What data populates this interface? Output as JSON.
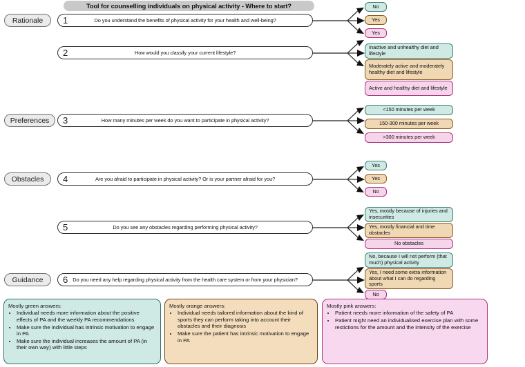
{
  "header": {
    "title": "Tool for counselling individuals on physical activity - Where to start?",
    "background": "#c9c9c9"
  },
  "palette": {
    "green_fill": "#cfe9e4",
    "green_border": "#3f7f76",
    "orange_fill": "#f0d8b4",
    "orange_border": "#8a5a22",
    "pink_fill": "#f6d5ea",
    "pink_border": "#a8347f"
  },
  "categories": [
    {
      "label": "Rationale"
    },
    {
      "label": "Preferences"
    },
    {
      "label": "Obstacles"
    },
    {
      "label": "Guidance"
    }
  ],
  "questions": [
    {
      "number": "1",
      "text": "Do you understand the benefits of physical activity for your health and well-being?",
      "answers": [
        {
          "color": "green",
          "text": "No"
        },
        {
          "color": "orange",
          "text": "Yes"
        },
        {
          "color": "pink",
          "text": "Yes"
        }
      ]
    },
    {
      "number": "2",
      "text": "How would you classify your current lifestyle?",
      "answers": [
        {
          "color": "green",
          "text": "Inactive and unhealthy diet and lifestyle"
        },
        {
          "color": "orange",
          "text": "Moderately active and moderately healthy diet and lifestyle"
        },
        {
          "color": "pink",
          "text": "Active and healthy diet and lifestyle"
        }
      ]
    },
    {
      "number": "3",
      "text": "How many minutes per week do you want to participate in physical activity?",
      "answers": [
        {
          "color": "green",
          "text": "<150 minutes per week"
        },
        {
          "color": "orange",
          "text": "150-300 minutes per week"
        },
        {
          "color": "pink",
          "text": ">300 minutes per week"
        }
      ]
    },
    {
      "number": "4",
      "text": "Are you afraid to participate in physical activity? Or is your partner afraid for you?",
      "answers": [
        {
          "color": "green",
          "text": "Yes"
        },
        {
          "color": "orange",
          "text": "Yes"
        },
        {
          "color": "pink",
          "text": "No"
        }
      ]
    },
    {
      "number": "5",
      "text": "Do you see any obstacles regarding performing physical activity?",
      "answers": [
        {
          "color": "green",
          "text": "Yes, mostly because of injuries and insecurities"
        },
        {
          "color": "orange",
          "text": "Yes, mostly  financial and time obstacles"
        },
        {
          "color": "pink",
          "text": "No obstacles"
        }
      ]
    },
    {
      "number": "6",
      "text": "Do you need any help regarding physical activity from the health care system or from your physician?",
      "answers": [
        {
          "color": "green",
          "text": "No, because I will not perform (that much) physical activity"
        },
        {
          "color": "orange",
          "text": "Yes, I need some extra information about what I can do regarding sports"
        },
        {
          "color": "pink",
          "text": "No"
        }
      ]
    }
  ],
  "summaries": [
    {
      "color": "green",
      "heading": "Mostly green answers:",
      "bullets": [
        "Individual needs more information about the positive effects of PA and the weekly PA recommendations",
        "Make sure the individual has intrinsic motivation to engage in PA",
        "Make sure the individual increases the amount of PA (in their own way) with little steps"
      ]
    },
    {
      "color": "orange",
      "heading": "Mostly orange answers:",
      "bullets": [
        "Individual needs tailored information about the kind of sports they can perform taking into account their obstacles and their diagnosis",
        "Make sure the patient has intrinsic motivation to engage in PA"
      ]
    },
    {
      "color": "pink",
      "heading": "Mostly pink answers:",
      "bullets": [
        "Patient needs more information of the safety of PA",
        "Patient might need an individualised exercise plan with some restictions for the amount and the intensity of the exercise"
      ]
    }
  ]
}
